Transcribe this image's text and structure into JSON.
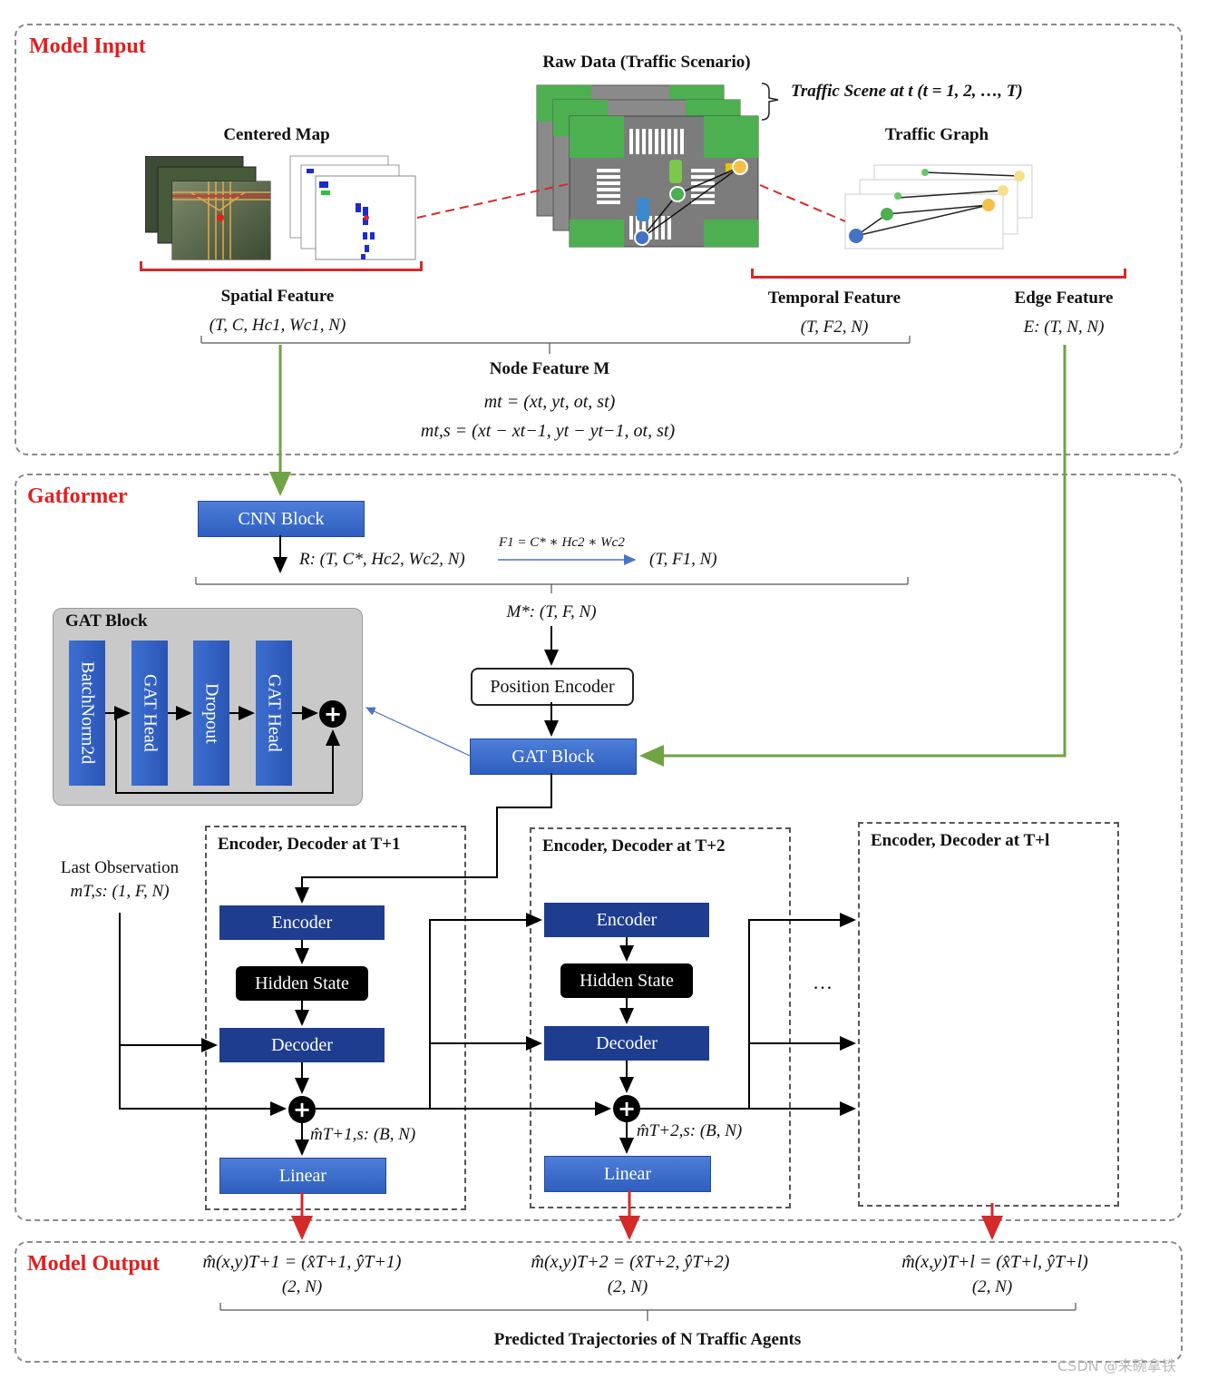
{
  "sections": {
    "model_input": "Model Input",
    "gatformer": "Gatformer",
    "model_output": "Model Output"
  },
  "input": {
    "raw_data": "Raw Data (Traffic Scenario)",
    "traffic_scene": "Traffic Scene at t (t = 1, 2, …, T)",
    "centered_map": "Centered Map",
    "traffic_graph": "Traffic Graph",
    "spatial_feature": "Spatial Feature",
    "spatial_shape": "(T, C, Hc1, Wc1, N)",
    "temporal_feature": "Temporal Feature",
    "temporal_shape": "(T, F2, N)",
    "edge_feature": "Edge Feature",
    "edge_shape": "E: (T, N, N)",
    "node_feature": "Node Feature M",
    "node_eq1": "mt = (xt, yt, ot, st)",
    "node_eq2": "mt,s = (xt − xt−1, yt − yt−1, ot, st)"
  },
  "gatformer": {
    "cnn_block": "CNN Block",
    "r_shape": "R: (T, C*, Hc2, Wc2, N)",
    "f1_eq": "F1 = C* ∗ Hc2 ∗ Wc2",
    "f1_shape": "(T, F1, N)",
    "m_star": "M*: (T, F, N)",
    "position_encoder": "Position Encoder",
    "gat_block": "GAT Block",
    "gat_panel_title": "GAT Block",
    "gat_layers": [
      "BatchNorm2d",
      "GAT Head",
      "Dropout",
      "GAT Head"
    ],
    "last_obs_line1": "Last Observation",
    "last_obs_line2": "mT,s: (1, F, N)",
    "ellipsis": "…",
    "stages": [
      {
        "title": "Encoder, Decoder at T+1",
        "encoder": "Encoder",
        "hidden": "Hidden State",
        "decoder": "Decoder",
        "out": "m̂T+1,s: (B, N)",
        "linear": "Linear"
      },
      {
        "title": "Encoder, Decoder at T+2",
        "encoder": "Encoder",
        "hidden": "Hidden State",
        "decoder": "Decoder",
        "out": "m̂T+2,s: (B, N)",
        "linear": "Linear"
      },
      {
        "title": "Encoder, Decoder at T+l"
      }
    ]
  },
  "output": {
    "items": [
      {
        "eq": "m̂(x,y)T+1 = (x̂T+1, ŷT+1)",
        "shape": "(2, N)"
      },
      {
        "eq": "m̂(x,y)T+2 = (x̂T+2, ŷT+2)",
        "shape": "(2, N)"
      },
      {
        "eq": "m̂(x,y)T+l = (x̂T+l, ŷT+l)",
        "shape": "(2, N)"
      }
    ],
    "caption": "Predicted Trajectories of N Traffic Agents"
  },
  "watermark": "CSDN @来碗拿铁",
  "colors": {
    "section_title": "#e02020",
    "box_blue": "#3b6bcc",
    "box_dark": "#1f3d8f",
    "green_arrow": "#6fa344",
    "red_arrow": "#d42a2a",
    "map_green": "#4caf50"
  },
  "icons": [
    "plus-icon",
    "aerial-map-image",
    "traffic-scene-image",
    "traffic-graph-image"
  ]
}
